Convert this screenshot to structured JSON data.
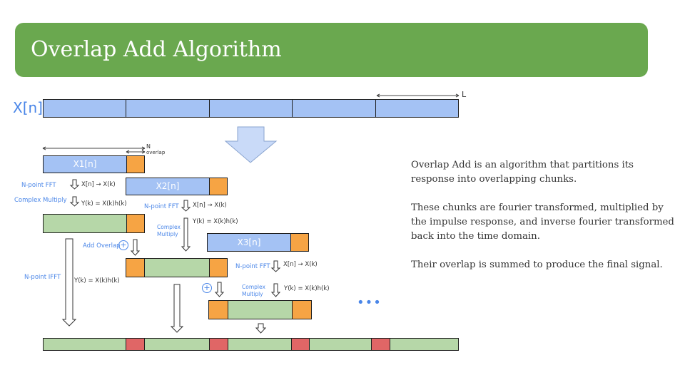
{
  "header": {
    "title": "Overlap Add Algorithm"
  },
  "diagram": {
    "signal_label": "X[n]",
    "L_label": "L",
    "N_label": "N",
    "overlap_label": "overlap",
    "chunks": [
      "X1[n]",
      "X2[n]",
      "X3[n]"
    ],
    "fft_label": "N-point FFT",
    "fft_eq": "X[n] → X(k)",
    "multiply_label": "Complex Multiply",
    "multiply_label_line1": "Complex",
    "multiply_label_line2": "Multiply",
    "multiply_eq": "Y(k) = X(k)h(k)",
    "add_overlap_label": "Add Overlap",
    "ifft_label": "N-point IFFT",
    "plus_symbol": "+",
    "ellipsis": "•••"
  },
  "description": {
    "paragraphs": [
      "Overlap Add is an algorithm that partitions its response into overlapping chunks.",
      "These chunks are fourier transformed, multiplied by the impulse response, and inverse fourier transformed back into the time domain.",
      "Their overlap is summed to produce the final signal."
    ]
  },
  "colors": {
    "header_bg": "#6aa84f",
    "blue_block": "#a4c2f4",
    "green_block": "#b6d7a8",
    "overlap_orange": "#f6a444",
    "sum_red": "#e06666",
    "accent_text": "#4a86e8"
  }
}
